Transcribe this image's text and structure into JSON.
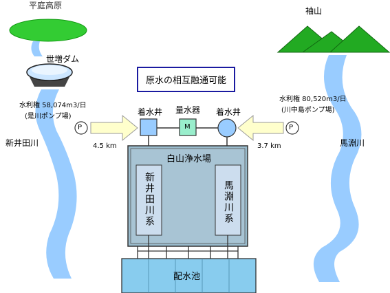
{
  "title_box": "原水の相互融通可能",
  "labels": {
    "plateau": "平庭高原",
    "dam": "世増ダム",
    "mountain": "袖山",
    "river_left": "新井田川",
    "river_right": "馬淵川",
    "right_pond": "着水井",
    "left_pond": "着水井",
    "meter": "量水器",
    "meter_symbol": "M",
    "plant": "白山浄水場",
    "left_system": "新井田川系",
    "right_system": "馬淵川系",
    "reservoir": "配水池",
    "pump_left": "P",
    "pump_right": "P"
  },
  "water_rights": {
    "left_line1": "水利権 58,074m3/日",
    "left_line2": "(是川ポンプ場)",
    "right_line1": "水利権 80,520m3/日",
    "right_line2": "(川中島ポンプ場)"
  },
  "distances": {
    "left": "4.5 km",
    "right": "3.7 km"
  },
  "colors": {
    "river": "#99ccff",
    "plateau": "#33cc33",
    "mountain": "#22aa22",
    "plant": "#99bbcc",
    "arrow": "#ffffcc",
    "reservoir": "#88ccee",
    "pond": "#99ccff",
    "meter": "#99eecc"
  }
}
